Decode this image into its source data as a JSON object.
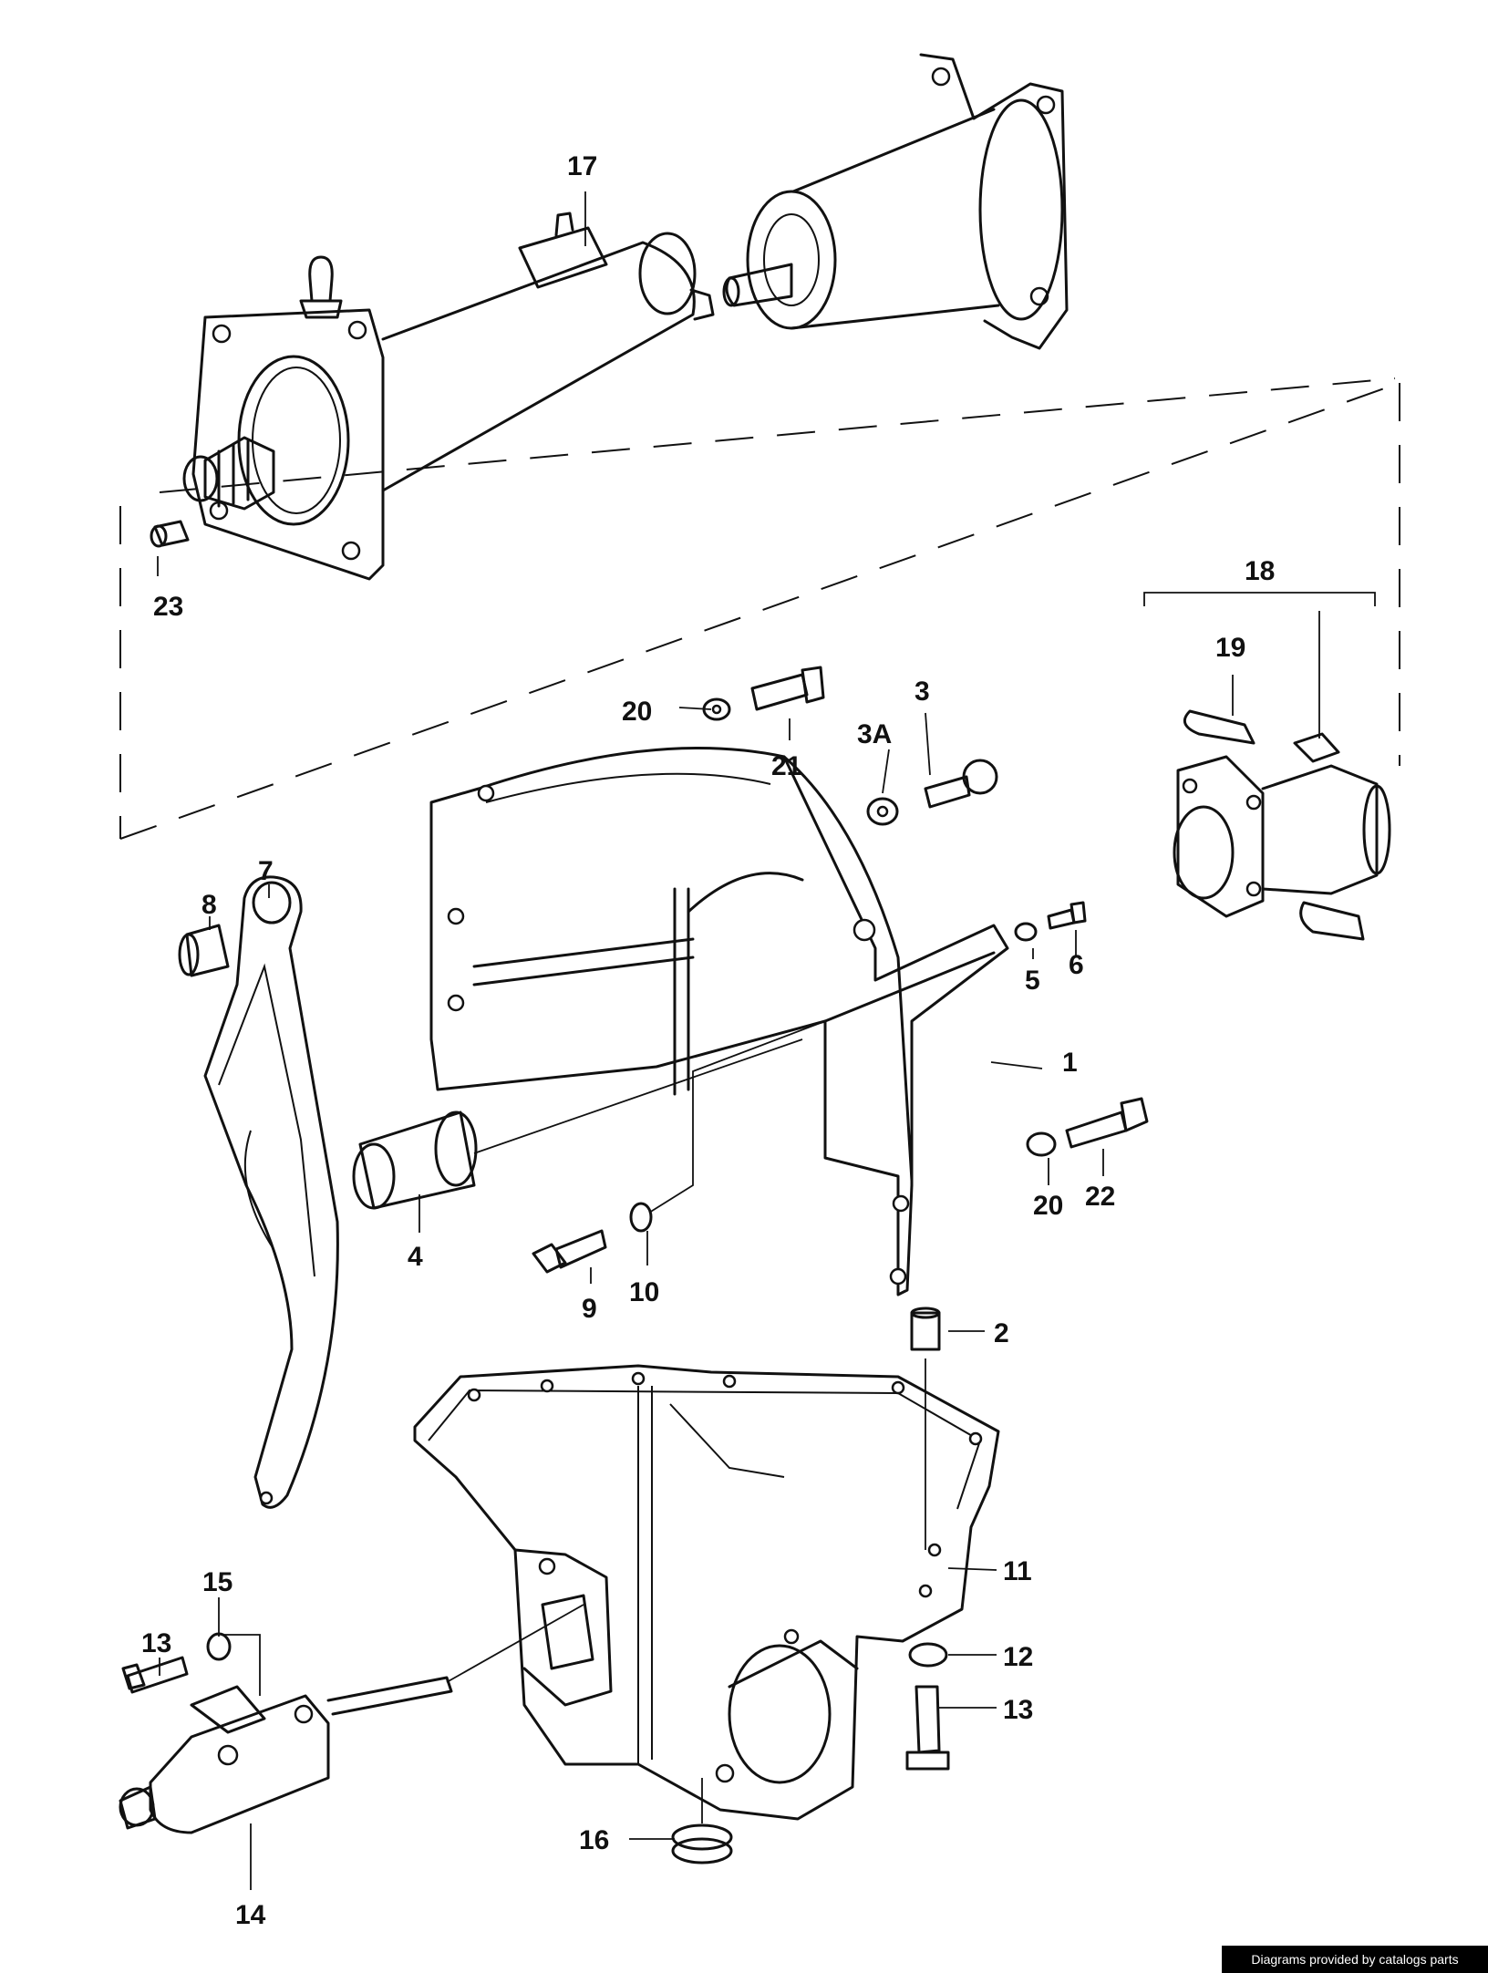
{
  "credit": "Diagrams provided by catalogs parts",
  "callouts": {
    "c1": "1",
    "c2": "2",
    "c3": "3",
    "c3a": "3A",
    "c4": "4",
    "c5": "5",
    "c6": "6",
    "c7": "7",
    "c8": "8",
    "c9": "9",
    "c10": "10",
    "c11": "11",
    "c12": "12",
    "c13a": "13",
    "c13b": "13",
    "c14": "14",
    "c15": "15",
    "c16": "16",
    "c17": "17",
    "c18": "18",
    "c19": "19",
    "c20a": "20",
    "c20b": "20",
    "c21": "21",
    "c22": "22",
    "c23": "23"
  }
}
